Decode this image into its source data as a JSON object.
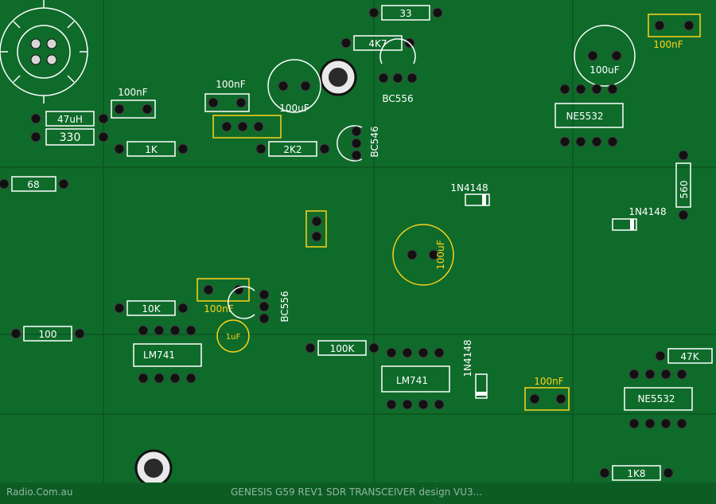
{
  "pcb": {
    "footer_left": "Radio.Com.au",
    "footer_center": "GENESIS G59 REV1 SDR TRANSCEIVER design VU3...",
    "components": {
      "ic1": "LM741",
      "ic2": "LM741",
      "ic3": "NE5532",
      "ic4": "NE5532",
      "q1": "BC556",
      "q2": "BC556",
      "q3": "BC546",
      "d1": "1N4148",
      "d2": "1N4148",
      "d3": "1N4148",
      "c1": "100nF",
      "c2": "100nF",
      "c3": "100nF",
      "c4": "100nF",
      "c5": "100nF",
      "c6": "100uF",
      "c7": "100uF",
      "c8": "100uF",
      "c9": "1uF",
      "r1": "1K",
      "r2": "10K",
      "r3": "4K7",
      "r4": "2K2",
      "r5": "100",
      "r6": "47K",
      "r7": "1K8",
      "r8": "330",
      "r9": "68",
      "r10": "560",
      "r11": "33",
      "r12": "100K",
      "r13": "47uH"
    }
  }
}
